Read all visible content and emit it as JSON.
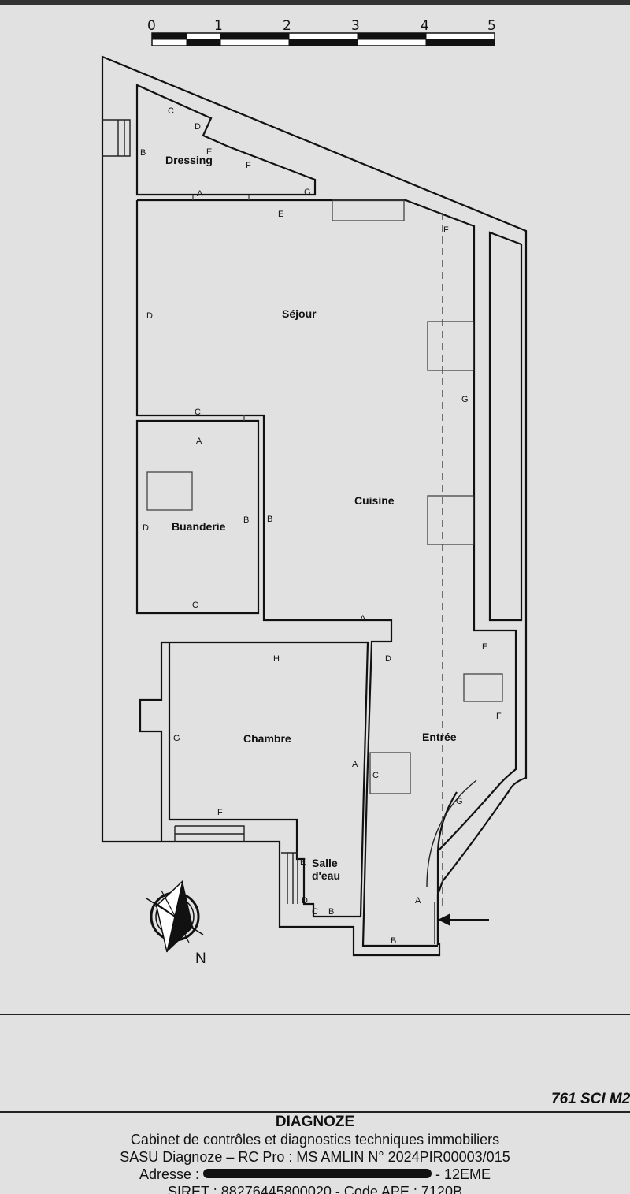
{
  "scale": {
    "ticks": [
      "0",
      "1",
      "2",
      "3",
      "4",
      "5"
    ]
  },
  "rooms": {
    "dressing": "Dressing",
    "sejour": "Séjour",
    "cuisine": "Cuisine",
    "buanderie": "Buanderie",
    "chambre": "Chambre",
    "entree": "Entrée",
    "salle_deau_1": "Salle",
    "salle_deau_2": "d'eau"
  },
  "wall_labels": {
    "dressing": [
      "A",
      "B",
      "C",
      "D",
      "E",
      "F",
      "G"
    ],
    "sejour": [
      "D",
      "E",
      "F",
      "G",
      "C"
    ],
    "cuisine": [
      "A",
      "B"
    ],
    "buanderie": [
      "A",
      "B",
      "C",
      "D"
    ],
    "chambre": [
      "A",
      "F",
      "G",
      "H"
    ],
    "entree": [
      "A",
      "B",
      "C",
      "D",
      "E",
      "F",
      "G"
    ],
    "salle_deau": [
      "B",
      "C",
      "D",
      "E"
    ]
  },
  "compass": {
    "label": "N"
  },
  "reference": "761 SCI M2",
  "footer": {
    "company": "DIAGNOZE",
    "line1": "Cabinet de contrôles et diagnostics techniques immobiliers",
    "line2": "SASU Diagnoze – RC Pro : MS AMLIN  N° 2024PIR00003/015",
    "addr_prefix": "Adresse :",
    "addr_suffix": " - 12EME",
    "line4": "SIRET : 88276445800020 - Code APE : 7120B"
  }
}
